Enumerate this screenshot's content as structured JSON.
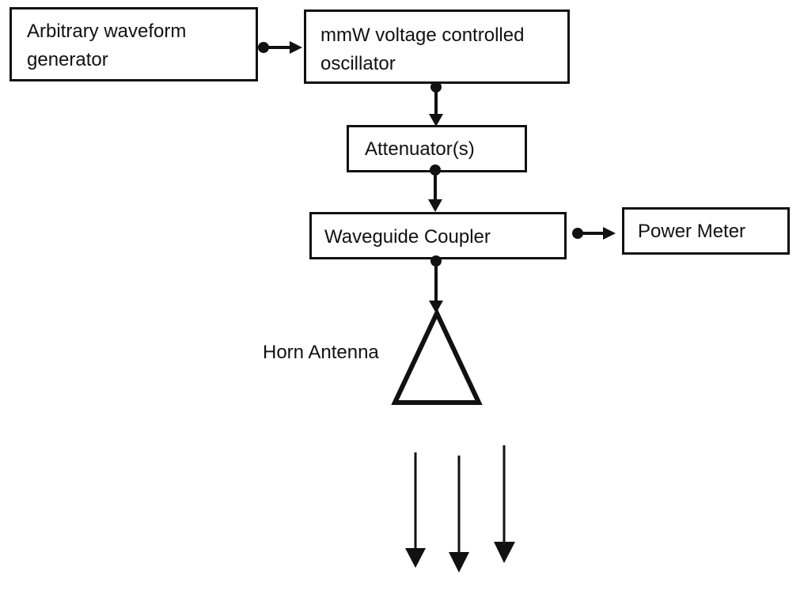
{
  "diagram": {
    "type": "block-diagram",
    "blocks": {
      "awg": {
        "line1": "Arbitrary waveform",
        "line2": "generator"
      },
      "vco": {
        "line1": "mmW voltage controlled",
        "line2": "oscillator"
      },
      "attenuator": {
        "label": "Attenuator(s)"
      },
      "coupler": {
        "label": "Waveguide Coupler"
      },
      "power_meter": {
        "label": "Power Meter"
      }
    },
    "antenna": {
      "label": "Horn Antenna"
    },
    "connections": [
      {
        "from": "Arbitrary waveform generator",
        "to": "mmW voltage controlled oscillator"
      },
      {
        "from": "mmW voltage controlled oscillator",
        "to": "Attenuator(s)"
      },
      {
        "from": "Attenuator(s)",
        "to": "Waveguide Coupler"
      },
      {
        "from": "Waveguide Coupler",
        "to": "Power Meter"
      },
      {
        "from": "Waveguide Coupler",
        "to": "Horn Antenna"
      }
    ],
    "radiation_arrows": 3,
    "colors": {
      "stroke": "#111111",
      "background": "#ffffff"
    }
  }
}
